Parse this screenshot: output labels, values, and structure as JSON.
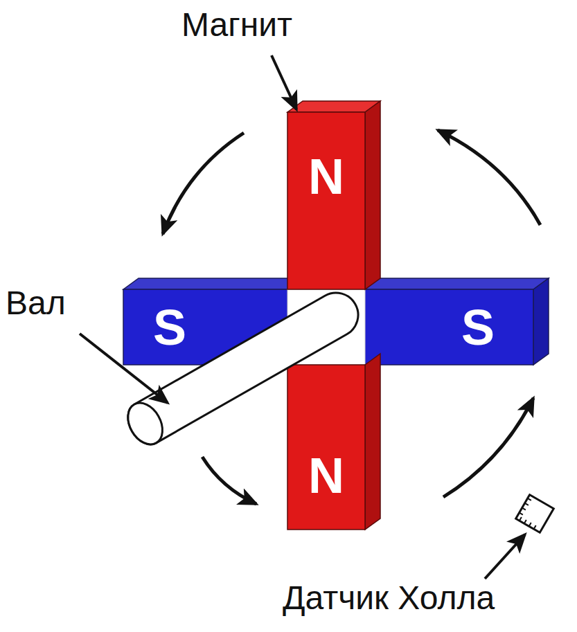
{
  "diagram": {
    "nodes": [
      {
        "text": [
          "N"
        ]
      },
      {
        "text": [
          "S"
        ]
      },
      {
        "text": [
          "S"
        ]
      },
      {
        "text": [
          "N"
        ]
      }
    ],
    "labels": [
      "Магнит",
      "Вал",
      "Датчик Холла"
    ]
  }
}
